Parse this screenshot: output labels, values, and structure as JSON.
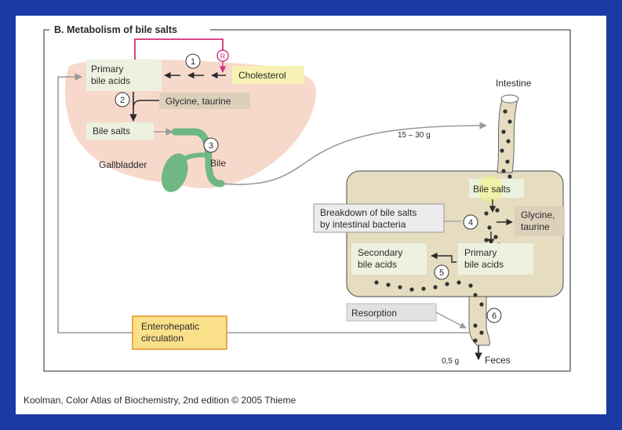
{
  "title": "B. Metabolism of bile salts",
  "labels": {
    "primary_liver_1": "Primary",
    "primary_liver_2": "bile acids",
    "cholesterol": "Cholesterol",
    "glycine_taurine_liver": "Glycine, taurine",
    "bile_salts_liver": "Bile salts",
    "gallbladder": "Gallbladder",
    "bile": "Bile",
    "amount_secreted": "15 – 30 g",
    "intestine": "Intestine",
    "bile_salts_intestine": "Bile salts",
    "breakdown_1": "Breakdown of bile salts",
    "breakdown_2": "by intestinal bacteria",
    "glycine_1": "Glycine,",
    "glycine_2": "taurine",
    "secondary_1": "Secondary",
    "secondary_2": "bile acids",
    "primary_int_1": "Primary",
    "primary_int_2": "bile acids",
    "resorption": "Resorption",
    "entero_1": "Enterohepatic",
    "entero_2": "circulation",
    "amount_feces": "0,5 g",
    "feces": "Feces",
    "regulation": "R",
    "step1": "1",
    "step2": "2",
    "step3": "3",
    "step4": "4",
    "step5": "5",
    "step6": "6"
  },
  "credit": "Koolman, Color Atlas of Biochemistry, 2nd edition © 2005 Thieme",
  "colors": {
    "background": "#1c3aa6",
    "liver": "#f7d9cc",
    "liver_label": "#ecf2df",
    "cholesterol_box": "#f7f2b3",
    "glycine_box": "#dcd0bb",
    "intestine": "#e6dcc0",
    "gallbladder": "#6fb883",
    "regulation": "#d0327b",
    "enterohepatic_box": "#fbe08a",
    "enterohepatic_border": "#e8a23a"
  }
}
